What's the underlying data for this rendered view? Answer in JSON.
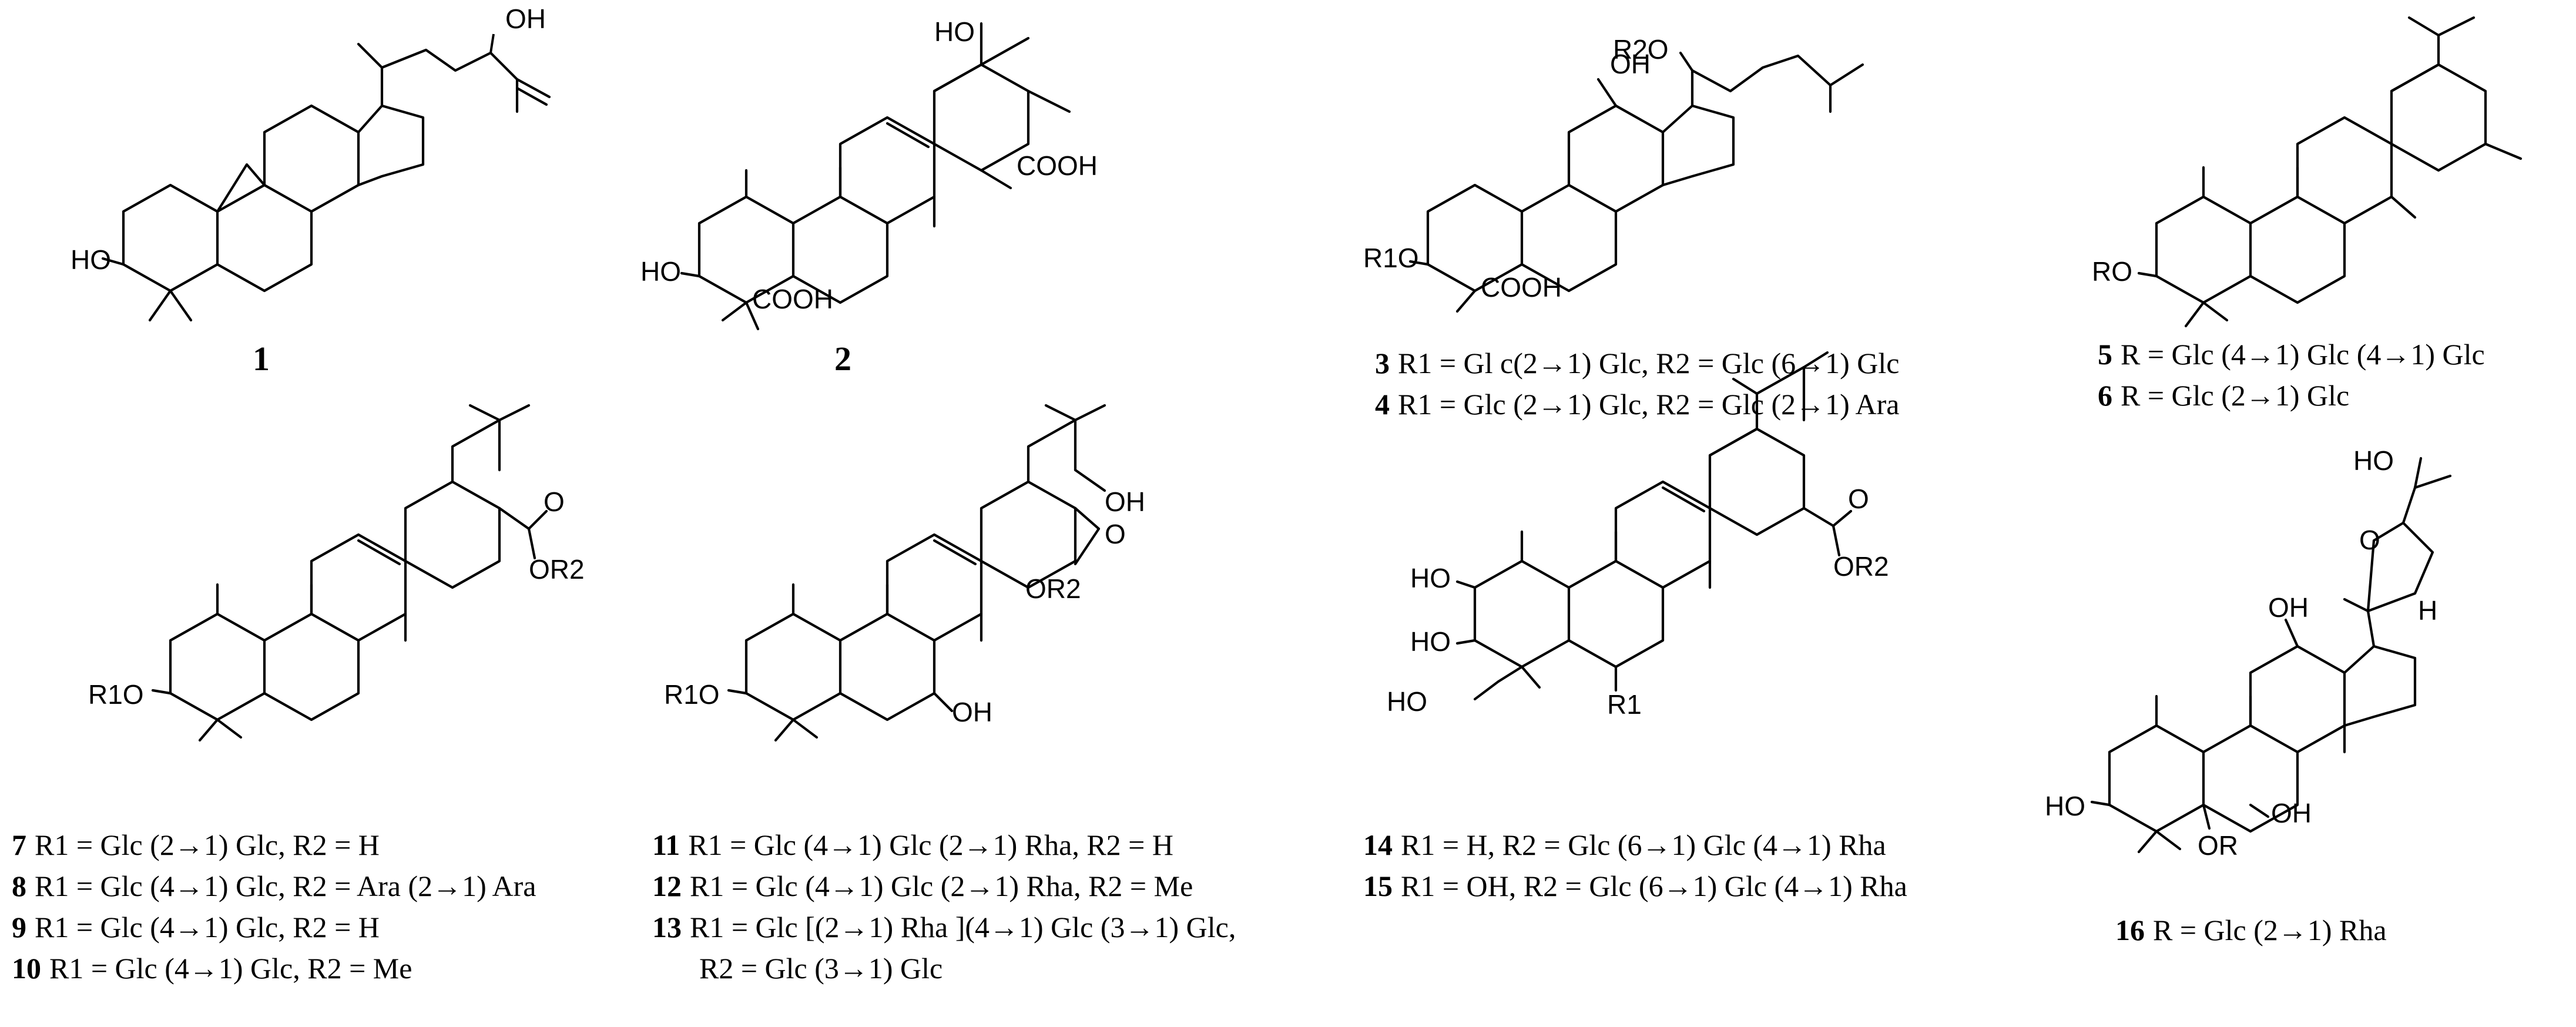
{
  "compounds": [
    {
      "id": "1",
      "atoms": {
        "oh_top": "OH",
        "oh_left": "HO"
      }
    },
    {
      "id": "2",
      "atoms": {
        "oh_top": "HO",
        "cooh_right": "COOH",
        "oh_left": "HO",
        "cooh_bottom": "COOH"
      }
    },
    {
      "id": "3",
      "atoms": {
        "r2o": "R2O",
        "oh": "OH",
        "r1o": "R1O",
        "cooh": "COOH"
      }
    },
    {
      "id": "5",
      "atoms": {
        "ro": "RO"
      }
    },
    {
      "id": "7",
      "atoms": {
        "o": "O",
        "or2": "OR2",
        "r1o": "R1O"
      }
    },
    {
      "id": "11",
      "atoms": {
        "oh_top": "OH",
        "o": "O",
        "or2": "OR2",
        "r1o": "R1O",
        "oh_b": "OH"
      }
    },
    {
      "id": "14",
      "atoms": {
        "o": "O",
        "or2": "OR2",
        "ho1": "HO",
        "ho2": "HO",
        "ho3": "HO",
        "r1": "R1"
      }
    },
    {
      "id": "16",
      "atoms": {
        "ho_top": "HO",
        "o_ring": "O",
        "h": "H",
        "oh_mid": "OH",
        "ho_left": "HO",
        "oh_right": "OH",
        "or": "OR"
      }
    }
  ],
  "captions": {
    "c1": "1",
    "c2": "2",
    "c3": {
      "num": "3",
      "text": "R1 = Gl c(2→1) Glc, R2 = Glc (6→1) Glc"
    },
    "c4": {
      "num": "4",
      "text": "R1 = Glc (2→1) Glc, R2 = Glc (2→1) Ara"
    },
    "c5": {
      "num": "5",
      "text": "R = Glc (4→1) Glc (4→1) Glc"
    },
    "c6": {
      "num": "6",
      "text": "R = Glc (2→1) Glc"
    },
    "c7": {
      "num": "7",
      "text": "R1 = Glc (2→1) Glc, R2 = H"
    },
    "c8": {
      "num": "8",
      "text": "R1 = Glc (4→1) Glc, R2 = Ara (2→1) Ara"
    },
    "c9": {
      "num": "9",
      "text": "R1 = Glc (4→1) Glc, R2 = H"
    },
    "c10": {
      "num": "10",
      "text": "R1 = Glc (4→1) Glc, R2 = Me"
    },
    "c11": {
      "num": "11",
      "text": "R1 = Glc (4→1) Glc (2→1) Rha, R2 = H"
    },
    "c12": {
      "num": "12",
      "text": "R1 = Glc (4→1) Glc (2→1) Rha, R2 = Me"
    },
    "c13": {
      "num": "13",
      "text": "R1 = Glc [(2→1) Rha ](4→1) Glc (3→1) Glc,"
    },
    "c13b": {
      "text": "R2 = Glc (3→1) Glc"
    },
    "c14": {
      "num": "14",
      "text": "R1 = H, R2 = Glc (6→1) Glc (4→1) Rha"
    },
    "c15": {
      "num": "15",
      "text": "R1 = OH, R2 = Glc (6→1) Glc (4→1) Rha"
    },
    "c16": {
      "num": "16",
      "text": "R = Glc (2→1) Rha"
    }
  }
}
